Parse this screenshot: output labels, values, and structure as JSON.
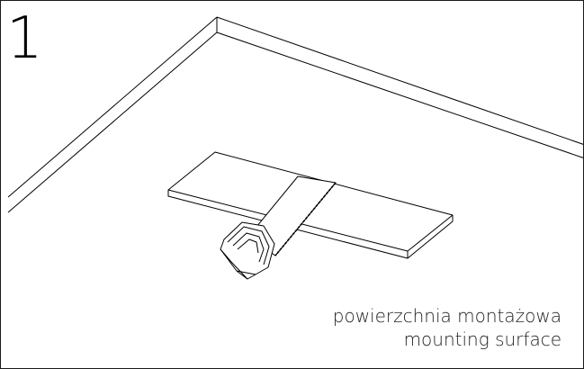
{
  "step": {
    "number": "1"
  },
  "caption": {
    "line_pl": "powierzchnia montażowa",
    "line_en": "mounting surface"
  }
}
